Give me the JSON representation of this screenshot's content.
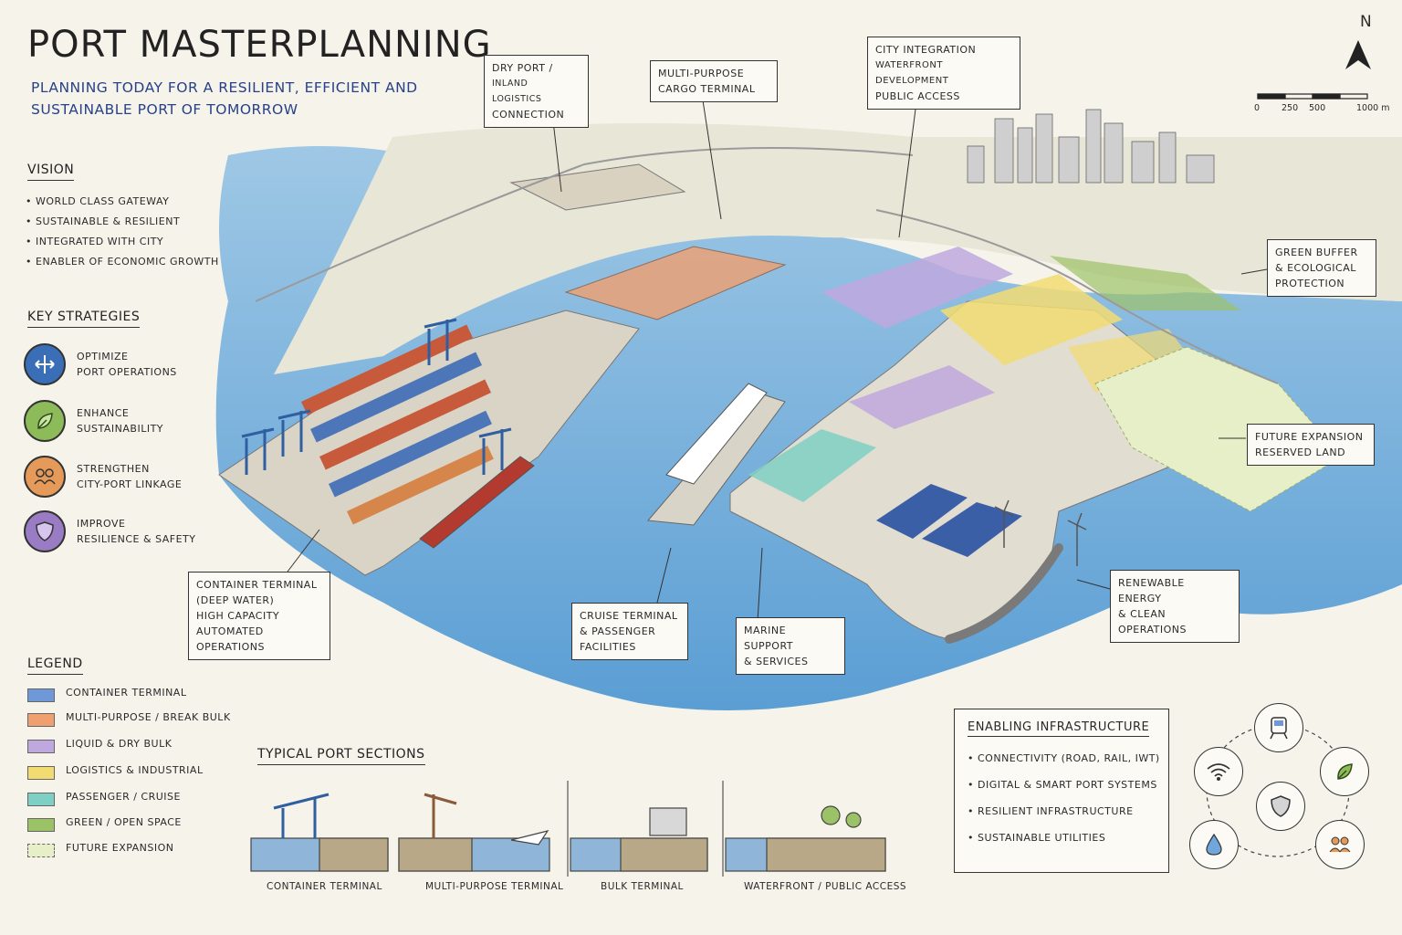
{
  "header": {
    "title": "Port Masterplanning",
    "subtitle": "Planning today for a resilient, efficient and sustainable port of tomorrow"
  },
  "compass": {
    "label": "N"
  },
  "scale_bar": {
    "ticks": [
      "0",
      "250",
      "500",
      "1000 m"
    ]
  },
  "vision": {
    "heading": "Vision",
    "items": [
      "World class gateway",
      "Sustainable & resilient",
      "Integrated with city",
      "Enabler of economic growth"
    ]
  },
  "strategies": {
    "heading": "Key Strategies",
    "items": [
      {
        "line1": "Optimize",
        "line2": "Port operations",
        "icon": "arrows-icon",
        "color": "#3a6fb8"
      },
      {
        "line1": "Enhance",
        "line2": "Sustainability",
        "icon": "leaf-icon",
        "color": "#8dbb5a"
      },
      {
        "line1": "Strengthen",
        "line2": "City-port linkage",
        "icon": "people-icon",
        "color": "#e59a5a"
      },
      {
        "line1": "Improve",
        "line2": "Resilience & safety",
        "icon": "shield-icon",
        "color": "#9a7cc4"
      }
    ]
  },
  "legend": {
    "heading": "Legend",
    "items": [
      {
        "label": "Container terminal",
        "color": "#6f98d8"
      },
      {
        "label": "Multi-purpose / break bulk",
        "color": "#f0a070"
      },
      {
        "label": "Liquid & dry bulk",
        "color": "#bfa8de"
      },
      {
        "label": "Logistics & industrial",
        "color": "#f2dc72"
      },
      {
        "label": "Passenger / cruise",
        "color": "#7fd0c4"
      },
      {
        "label": "Green / open space",
        "color": "#9cc268"
      },
      {
        "label": "Future expansion",
        "color": "#e6efc8"
      }
    ]
  },
  "callouts": {
    "dry_port": [
      "Dry port /",
      "Inland logistics",
      "connection"
    ],
    "multi_purpose": [
      "Multi-purpose",
      "cargo terminal"
    ],
    "city_integration": [
      "City integration",
      "Waterfront development",
      "Public access"
    ],
    "green_buffer": [
      "Green buffer",
      "& ecological",
      "protection"
    ],
    "future_expansion": [
      "Future expansion",
      "reserved land"
    ],
    "renewable": [
      "Renewable energy",
      "& clean operations"
    ],
    "marine_support": [
      "Marine support",
      "& services"
    ],
    "cruise": [
      "Cruise terminal",
      "& passenger",
      "facilities"
    ],
    "container": [
      "Container terminal",
      "(deep water)",
      "High capacity",
      "automated operations"
    ]
  },
  "sections": {
    "heading": "Typical Port Sections",
    "items": [
      "Container terminal",
      "Multi-purpose terminal",
      "Bulk terminal",
      "Waterfront / public access"
    ]
  },
  "enabling": {
    "heading": "Enabling Infrastructure",
    "items": [
      "Connectivity (road, rail, IWT)",
      "Digital & smart port systems",
      "Resilient infrastructure",
      "Sustainable utilities"
    ],
    "cycle_icons": [
      "train-icon",
      "leaf-icon",
      "people-icon",
      "water-drop-icon",
      "wifi-icon",
      "shield-icon"
    ]
  }
}
